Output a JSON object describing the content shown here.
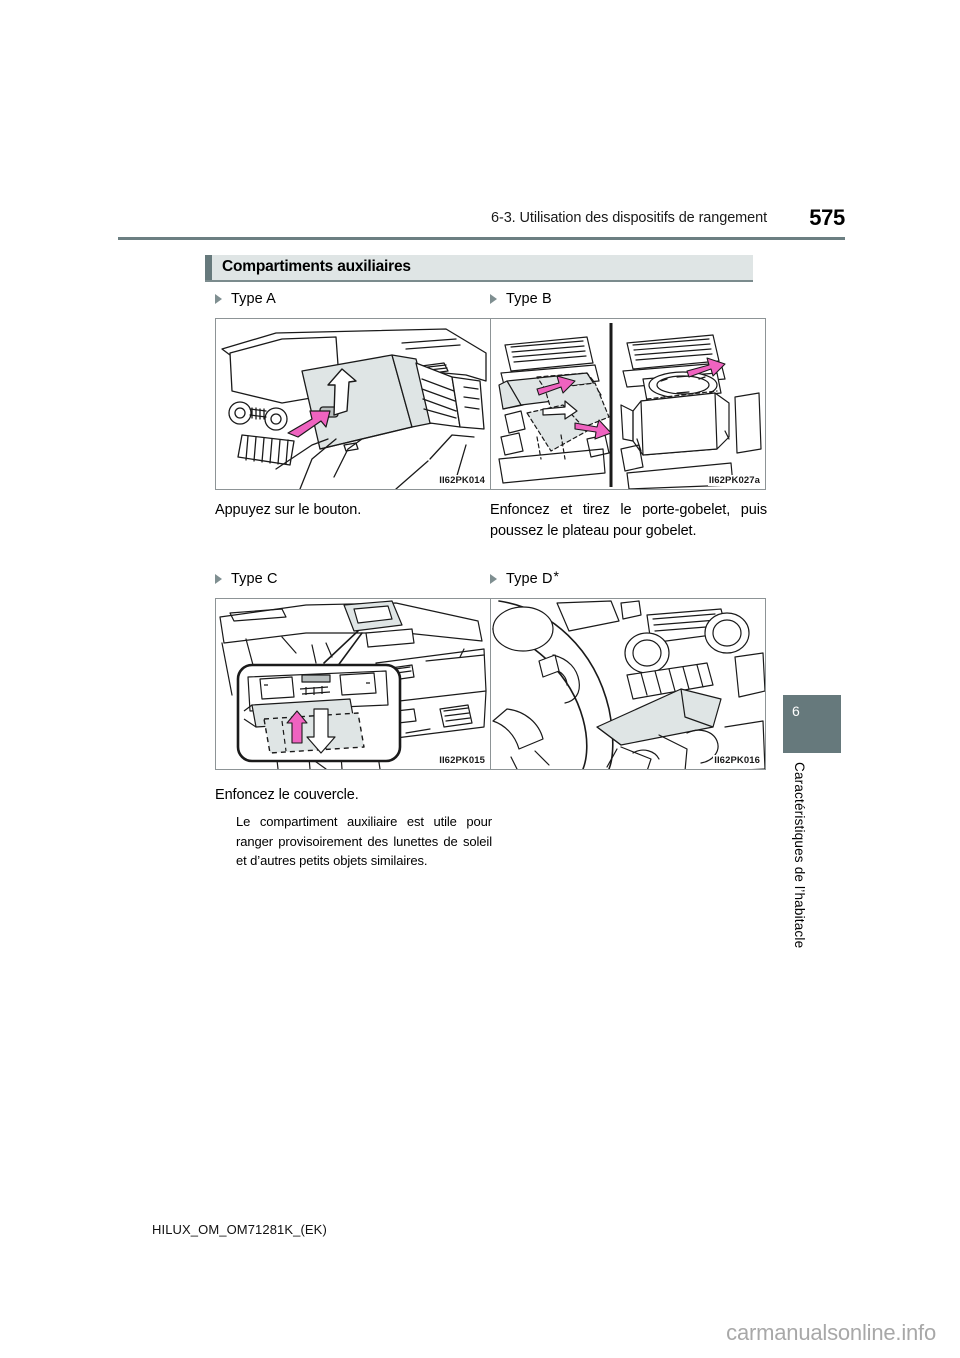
{
  "header": {
    "breadcrumb": "6-3. Utilisation des dispositifs de rangement",
    "page_number": "575",
    "rule_color": "#6c7f82"
  },
  "section": {
    "title": "Compartiments auxiliaires",
    "bar_bg": "#dfe5e5",
    "accent_color": "#66797c"
  },
  "columns": {
    "left": {
      "type_a": {
        "label": "Type A",
        "figure_code": "II62PK014",
        "caption": "Appuyez sur le bouton."
      },
      "type_c": {
        "label": "Type C",
        "figure_code": "II62PK015",
        "caption": "Enfoncez le couvercle.",
        "note": "Le compartiment auxiliaire est utile pour ranger provisoirement des lunettes de soleil et d’autres petits objets similaires."
      }
    },
    "right": {
      "type_b": {
        "label": "Type B",
        "figure_code": "II62PK027a",
        "caption": "Enfoncez et tirez le porte-gobelet, puis poussez le plateau pour gobelet."
      },
      "type_d": {
        "label": "Type D",
        "footnote_marker": "*",
        "figure_code": "II62PK016"
      }
    }
  },
  "sidebar": {
    "chapter_number": "6",
    "chapter_title": "Caractéristiques de l’habitacle",
    "tab_color": "#66797c"
  },
  "footer": {
    "document_code": "HILUX_OM_OM71281K_(EK)",
    "watermark": "carmanualsonline.info"
  },
  "colors": {
    "arrow_pink": "#ef63c0",
    "panel_gray": "#dfe5e5",
    "line": "#1a1a1a"
  }
}
